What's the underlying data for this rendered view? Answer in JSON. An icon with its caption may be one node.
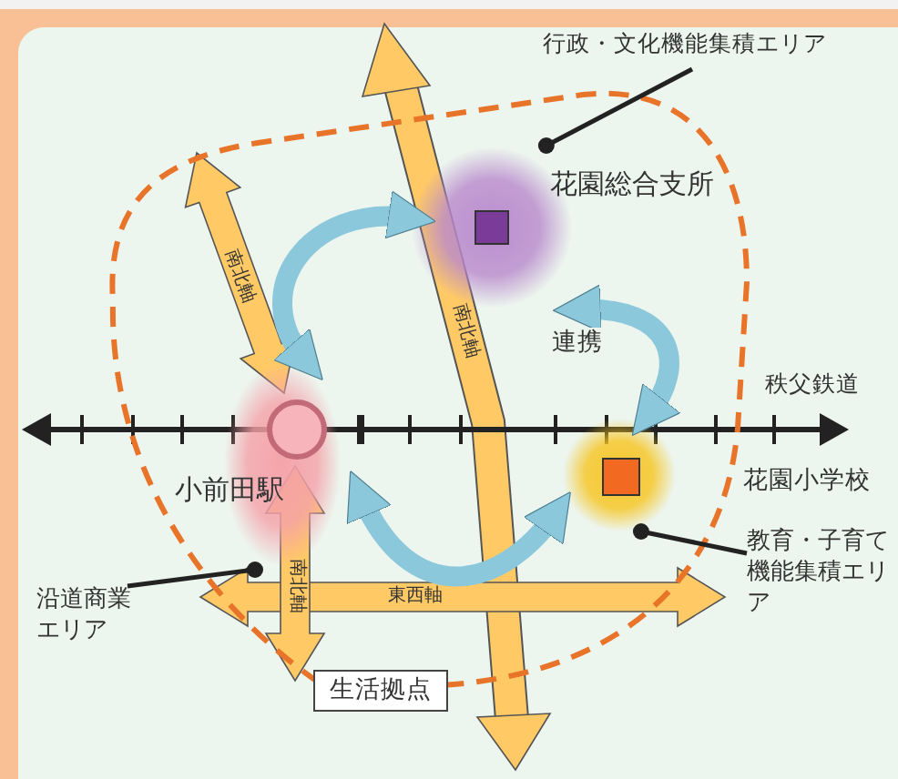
{
  "diagram": {
    "nodes": [
      {
        "text": [
          "行政・文化機能集積エリア"
        ]
      },
      {
        "text": [
          "生活拠点"
        ]
      },
      {
        "text": [
          "花園総合支所"
        ],
        "in": 1
      },
      {
        "text": [
          "小前田駅"
        ],
        "in": 1
      },
      {
        "text": [
          "沿道商業エリア"
        ]
      },
      {
        "text": [
          "花園小学校"
        ],
        "in": 1
      },
      {
        "text": [
          "教育・子育て機能集積エリア"
        ]
      }
    ],
    "edges": [
      {
        "from": 3,
        "to": 2,
        "arrow": "both",
        "style": "thick",
        "color": "#8cc8dc"
      },
      {
        "from": 2,
        "to": 5,
        "arrow": "both",
        "label": "連携",
        "style": "thick",
        "color": "#8cc8dc"
      },
      {
        "from": 3,
        "to": 5,
        "arrow": "both",
        "style": "thick",
        "color": "#8cc8dc"
      },
      {
        "from": 0,
        "to": 2,
        "arrow": "other",
        "color": "#222222"
      },
      {
        "from": 4,
        "to": 3,
        "arrow": "other",
        "color": "#222222"
      },
      {
        "from": 6,
        "to": 5,
        "arrow": "other",
        "color": "#222222"
      }
    ],
    "labels": [
      "南北軸",
      "南北軸",
      "秩父鉄道",
      "南北軸",
      "東西軸"
    ]
  }
}
